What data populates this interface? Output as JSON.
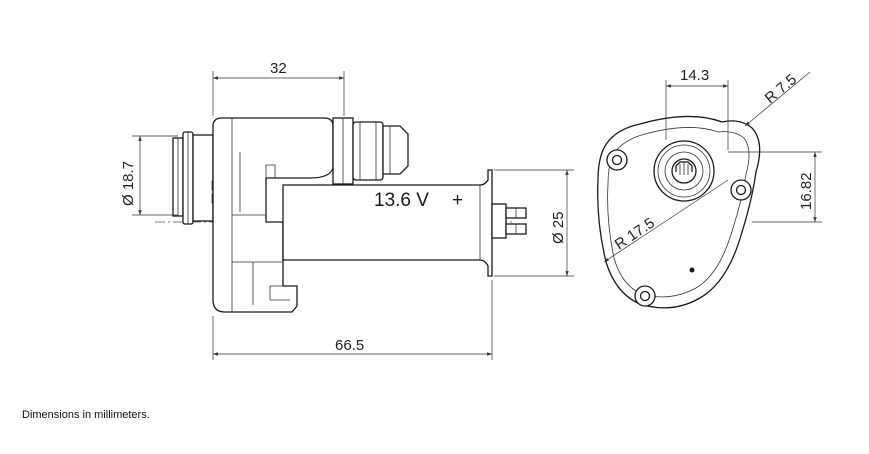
{
  "drawing": {
    "dimensions": {
      "top_length": "32",
      "overall_length": "66.5",
      "connector_diameter": "Ø 18.7",
      "motor_diameter": "Ø 25",
      "offset_horizontal": "14.3",
      "radius_small": "R 7.5",
      "offset_vertical": "16.82",
      "radius_large": "R 17.5"
    },
    "voltage_label": "13.6 V",
    "polarity_label": "+"
  },
  "caption": "Dimensions in millimeters."
}
